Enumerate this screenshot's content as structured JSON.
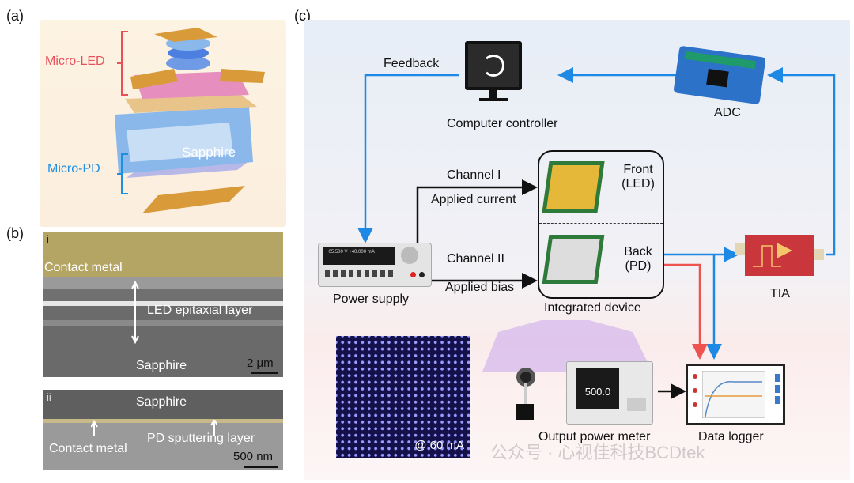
{
  "panels": {
    "a": "(a)",
    "b": "(b)",
    "c": "(c)"
  },
  "panel_a": {
    "micro_led": "Micro-LED",
    "micro_pd": "Micro-PD",
    "sapphire": "Sapphire"
  },
  "panel_b": {
    "i": {
      "tag": "i",
      "contact_metal": "Contact metal",
      "led_layer": "LED epitaxial layer",
      "sapphire": "Sapphire",
      "scale": "2 μm"
    },
    "ii": {
      "tag": "ii",
      "sapphire": "Sapphire",
      "pd_layer": "PD sputtering layer",
      "contact_metal": "Contact metal",
      "scale": "500 nm"
    }
  },
  "panel_c": {
    "feedback": "Feedback",
    "computer": "Computer controller",
    "adc": "ADC",
    "channel1": "Channel I",
    "applied_current": "Applied current",
    "channel2": "Channel II",
    "applied_bias": "Applied bias",
    "power_supply": "Power supply",
    "ps_display": "+05.500 V  +40.000 mA",
    "front": "Front",
    "front_sub": "(LED)",
    "back": "Back",
    "back_sub": "(PD)",
    "integrated": "Integrated device",
    "tia": "TIA",
    "array_label": "@ 60 mA",
    "meter_value": "500.0",
    "meter_label": "Output power meter",
    "logger_label": "Data logger"
  },
  "watermark": "公众号 · 心视佳科技BCDtek",
  "colors": {
    "blue_arrow": "#1e88e5",
    "red_arrow": "#ef5350",
    "led_red": "#e8505b",
    "pd_blue": "#1f8fe0"
  }
}
